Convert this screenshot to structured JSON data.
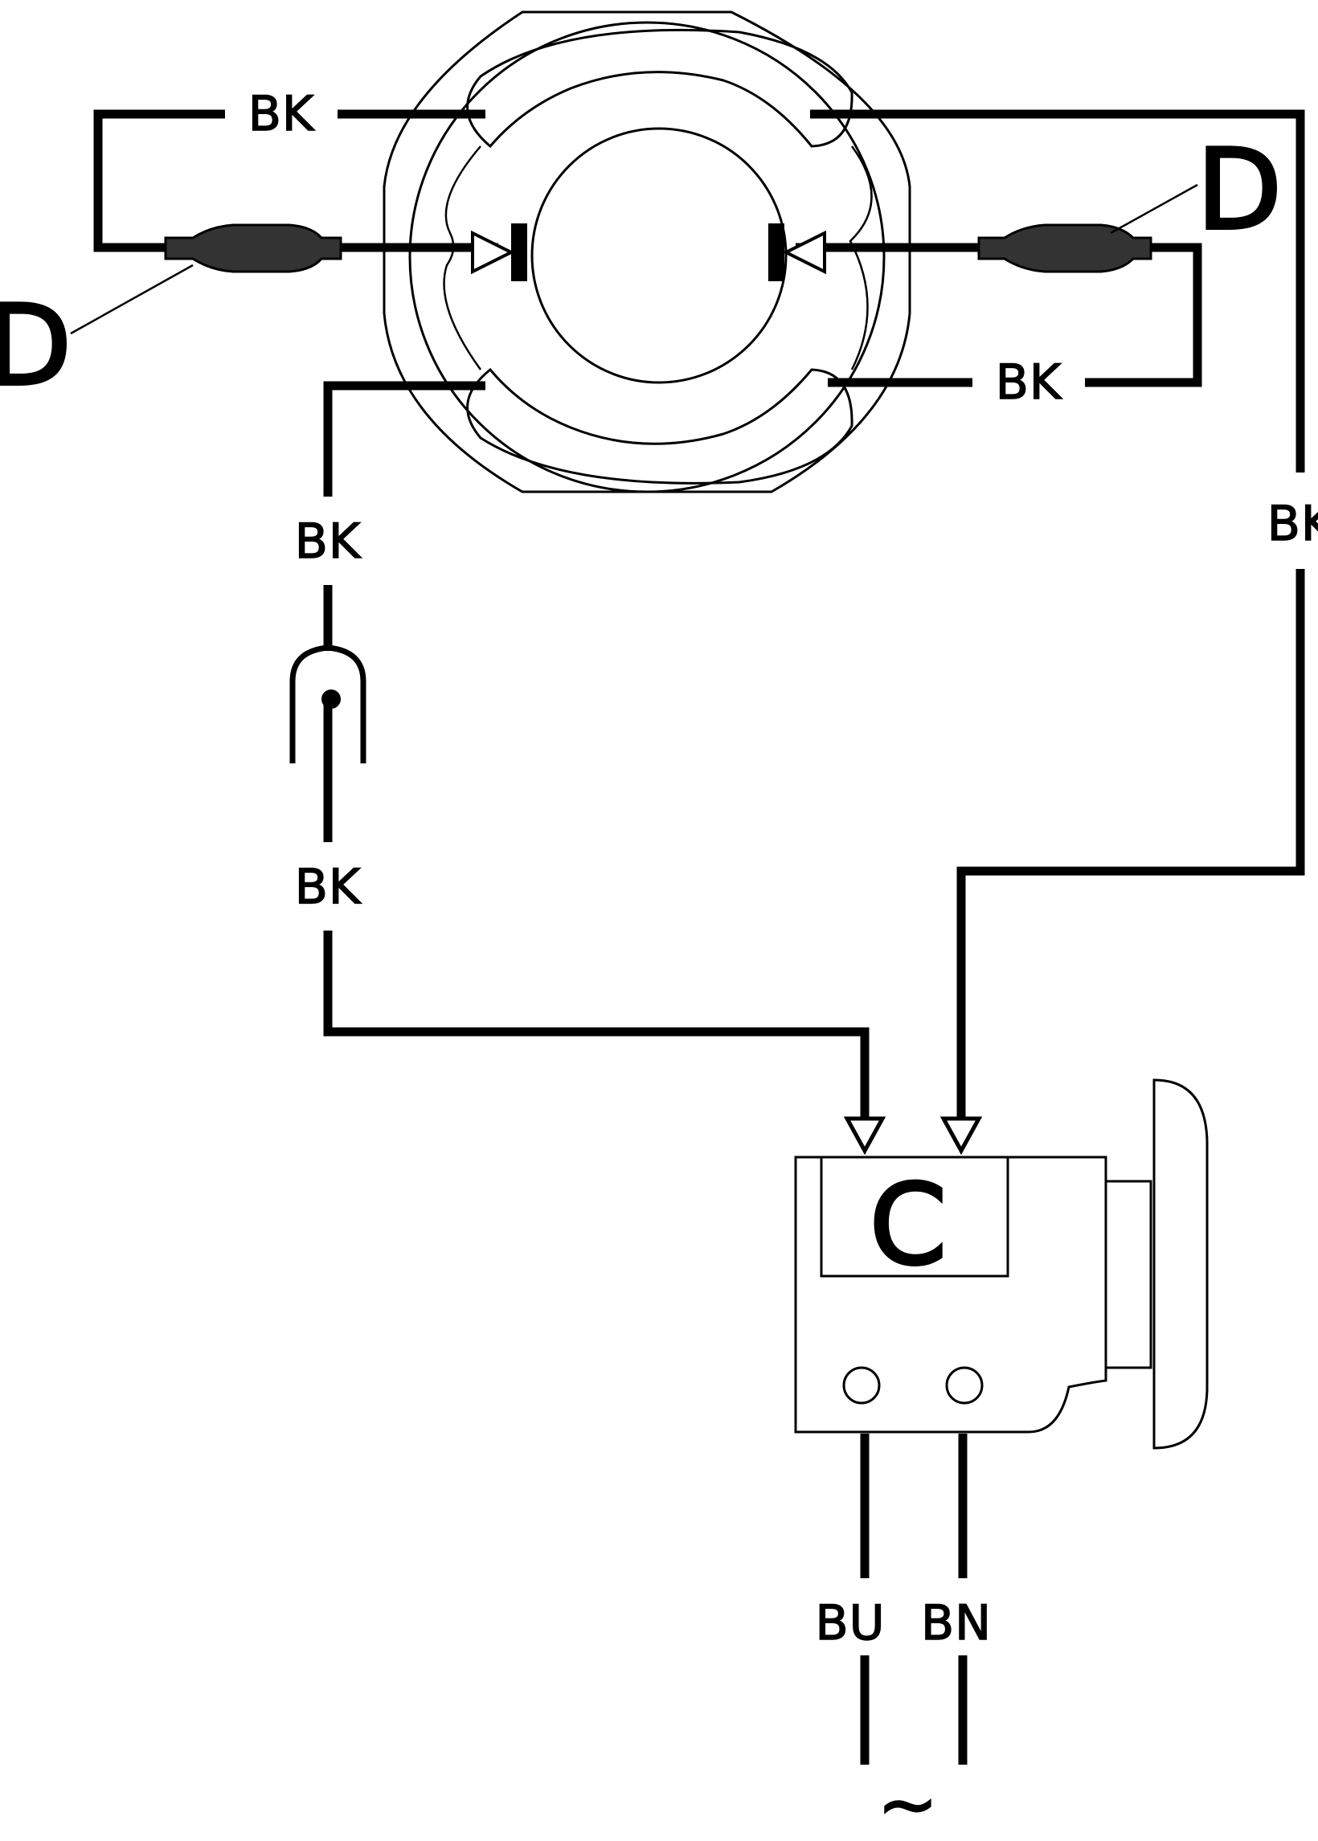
{
  "diagram": {
    "labels": {
      "bk_top_left": "BK",
      "bk_bottom_right": "BK",
      "bk_right_vertical": "BK",
      "bk_left_upper": "BK",
      "bk_left_lower": "BK",
      "diode_left": "D",
      "diode_right": "D",
      "connector": "C",
      "supply_blue": "BU",
      "supply_brown": "BN",
      "ac_symbol": "~"
    },
    "wire_color_code": "#000000",
    "background": "#ffffff"
  }
}
